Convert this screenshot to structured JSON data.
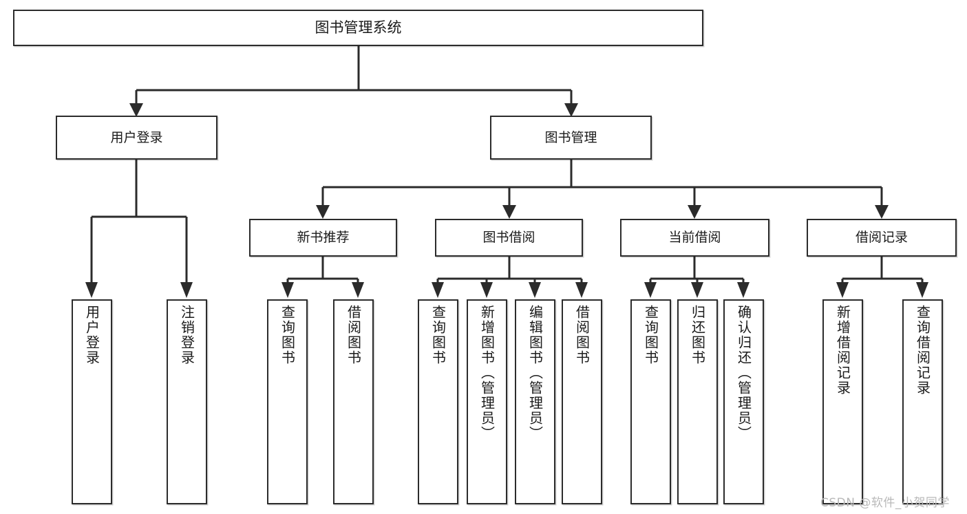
{
  "diagram": {
    "title": "图书管理系统",
    "type": "hierarchy-tree",
    "watermark": "CSDN @软件_小贺同学",
    "colors": {
      "stroke": "#2b2b2b",
      "fill": "#ffffff",
      "text": "#1a1a1a",
      "watermark": "#b9b9b9"
    },
    "nodes": {
      "root": {
        "label": "图书管理系统"
      },
      "level2": [
        {
          "id": "user-login",
          "label": "用户登录"
        },
        {
          "id": "book-manage",
          "label": "图书管理"
        }
      ],
      "level3": [
        {
          "id": "new-book-rec",
          "label": "新书推荐"
        },
        {
          "id": "book-borrow",
          "label": "图书借阅"
        },
        {
          "id": "current-borrow",
          "label": "当前借阅"
        },
        {
          "id": "borrow-record",
          "label": "借阅记录"
        }
      ],
      "leaves": {
        "user-login": [
          {
            "id": "leaf-user-login",
            "label": "用户登录"
          },
          {
            "id": "leaf-logout",
            "label": "注销登录"
          }
        ],
        "new-book-rec": [
          {
            "id": "leaf-query-book-1",
            "label": "查询图书"
          },
          {
            "id": "leaf-borrow-book-1",
            "label": "借阅图书"
          }
        ],
        "book-borrow": [
          {
            "id": "leaf-query-book-2",
            "label": "查询图书"
          },
          {
            "id": "leaf-add-book",
            "label": "新增图书（管理员）"
          },
          {
            "id": "leaf-edit-book",
            "label": "编辑图书（管理员）"
          },
          {
            "id": "leaf-borrow-book-2",
            "label": "借阅图书"
          }
        ],
        "current-borrow": [
          {
            "id": "leaf-query-book-3",
            "label": "查询图书"
          },
          {
            "id": "leaf-return-book",
            "label": "归还图书"
          },
          {
            "id": "leaf-confirm-return",
            "label": "确认归还（管理员）"
          }
        ],
        "borrow-record": [
          {
            "id": "leaf-add-record",
            "label": "新增借阅记录"
          },
          {
            "id": "leaf-query-record",
            "label": "查询借阅记录"
          }
        ]
      }
    }
  }
}
